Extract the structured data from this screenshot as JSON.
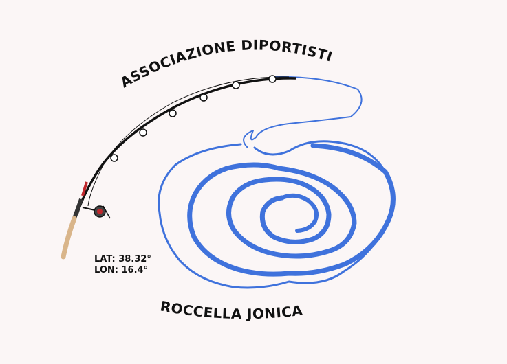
{
  "logo": {
    "top_text": "ASSOCIAZIONE DIPORTISTI",
    "bottom_text": "ROCCELLA JONICA",
    "lat": "LAT: 38.32°",
    "lon": "LON: 16.4°"
  },
  "colors": {
    "background": "#fbf6f6",
    "spiral": "#3f72dc",
    "text": "#111111",
    "rod": "#111111",
    "handle": "#d9b58a",
    "reel_accent": "#c0282d"
  },
  "icons": [
    "fishing-rod-icon",
    "spiral-wave-icon"
  ]
}
